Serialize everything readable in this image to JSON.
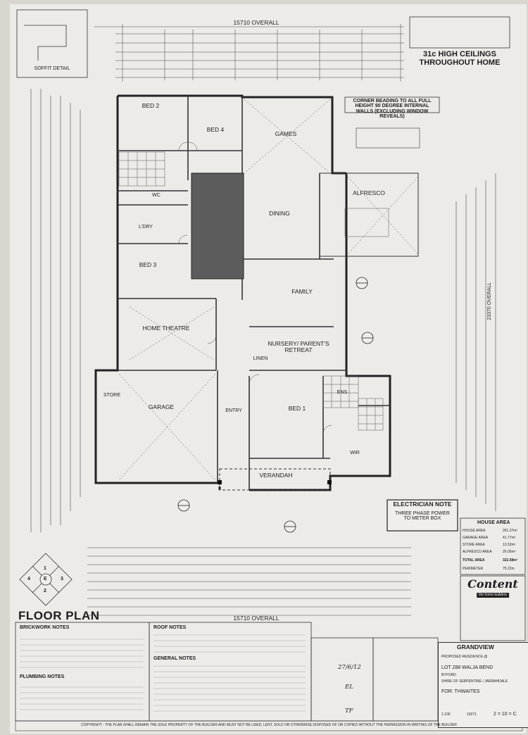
{
  "overall": {
    "top": "15710 OVERALL",
    "bottom": "15710 OVERALL",
    "side": "23370 OVERALL"
  },
  "notes": {
    "ceilings": "31c HIGH CEILINGS THROUGHOUT HOME",
    "corner_beading": "CORNER BEADING TO ALL FULL HEIGHT 90 DEGREE INTERNAL WALLS (EXCLUDING WINDOW REVEALS)",
    "soffit": "SOFFIT DETAIL",
    "electrician_title": "ELECTRICIAN NOTE",
    "electrician_body": "THREE PHASE POWER TO METER BOX",
    "brickwork": "BRICKWORK NOTES",
    "plumbing": "PLUMBING NOTES",
    "roof": "ROOF NOTES",
    "general": "GENERAL NOTES"
  },
  "rooms": {
    "bed2": "BED 2",
    "bed4": "BED 4",
    "games": "GAMES",
    "dining": "DINING",
    "alfresco": "ALFRESCO",
    "family": "FAMILY",
    "bed3": "BED 3",
    "wc": "WC",
    "lndy": "L'DRY",
    "home_theatre": "HOME THEATRE",
    "nursery": "NURSERY/ PARENT'S RETREAT",
    "garage": "GARAGE",
    "store": "STORE",
    "bed1": "BED 1",
    "ens": "ENS",
    "wir": "WIR",
    "verandah": "VERANDAH",
    "entry": "ENTRY",
    "linen": "LINEN"
  },
  "floor_plan_title": "FLOOR PLAN",
  "compass": {
    "n": "1",
    "e": "3",
    "s": "2",
    "w": "4",
    "centre": "E"
  },
  "house_area": {
    "title": "HOUSE AREA",
    "rows": [
      {
        "label": "HOUSE AREA",
        "value": "261.27m²"
      },
      {
        "label": "GARAGE AREA",
        "value": "41.77m²"
      },
      {
        "label": "STORE AREA",
        "value": "13.52m²"
      },
      {
        "label": "ALFRESCO AREA",
        "value": "26.05m²"
      },
      {
        "label": "TOTAL AREA",
        "value": "322.68m²"
      },
      {
        "label": "PERIMETER",
        "value": "75.22m"
      }
    ]
  },
  "brand": {
    "name": "Content",
    "sub": "the home builders"
  },
  "title_block": {
    "design": "GRANDVIEW",
    "proposal": "PROPOSED RESIDENCE @",
    "lot": "LOT 288 WALJA BEND",
    "suburb": "BYFORD",
    "shire": "SHIRE OF SERPENTINE / JARRAHDALE",
    "for": "FOR: THWAITES",
    "scale": "1:100",
    "job": "10271",
    "sheet": "2 = 10 = C",
    "date_hand": "27/6/12",
    "initials_1": "EL",
    "initials_2": "TF"
  },
  "footer_copyright": "COPYRIGHT - THE PLAN SHALL REMAIN THE SOLE PROPERTY OF THE BUILDER AND MUST NOT BE USED, LENT, SOLD OR OTHERWISE DISPOSED OF OR COPIED WITHOUT THE PERMISSION IN WRITING OF THE BUILDER"
}
